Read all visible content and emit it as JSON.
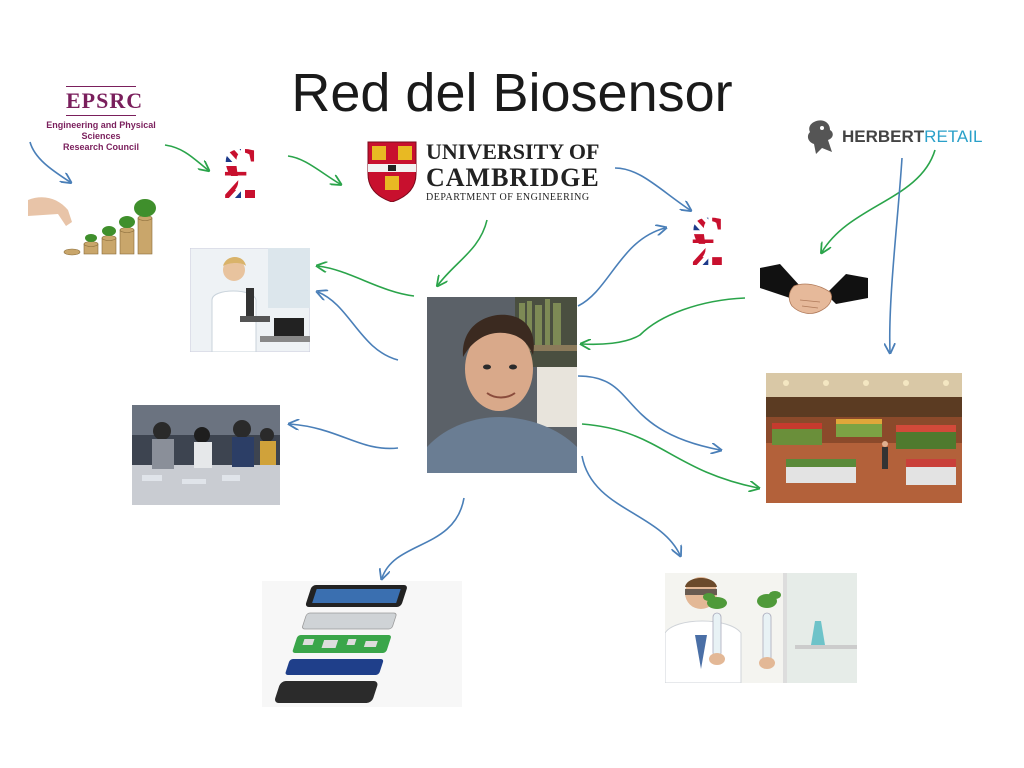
{
  "slide": {
    "title": "Red del Biosensor"
  },
  "logos": {
    "epsrc": {
      "name": "EPSRC",
      "subtitle_line1": "Engineering and Physical Sciences",
      "subtitle_line2": "Research Council"
    },
    "cambridge": {
      "line1": "UNIVERSITY OF",
      "line2": "CAMBRIDGE",
      "line3": "DEPARTMENT OF ENGINEERING"
    },
    "herbert": {
      "word1": "HERBERT",
      "word2": "RETAIL"
    }
  },
  "icons": [
    "pound-union-jack-icon",
    "coins-plant-icon",
    "handshake-icon"
  ],
  "colors": {
    "blue_arrow": "#4a7fb8",
    "green_arrow": "#2aa44a",
    "epsrc_brand": "#7a1f5c",
    "herbert_retail": "#2aa0c9"
  }
}
